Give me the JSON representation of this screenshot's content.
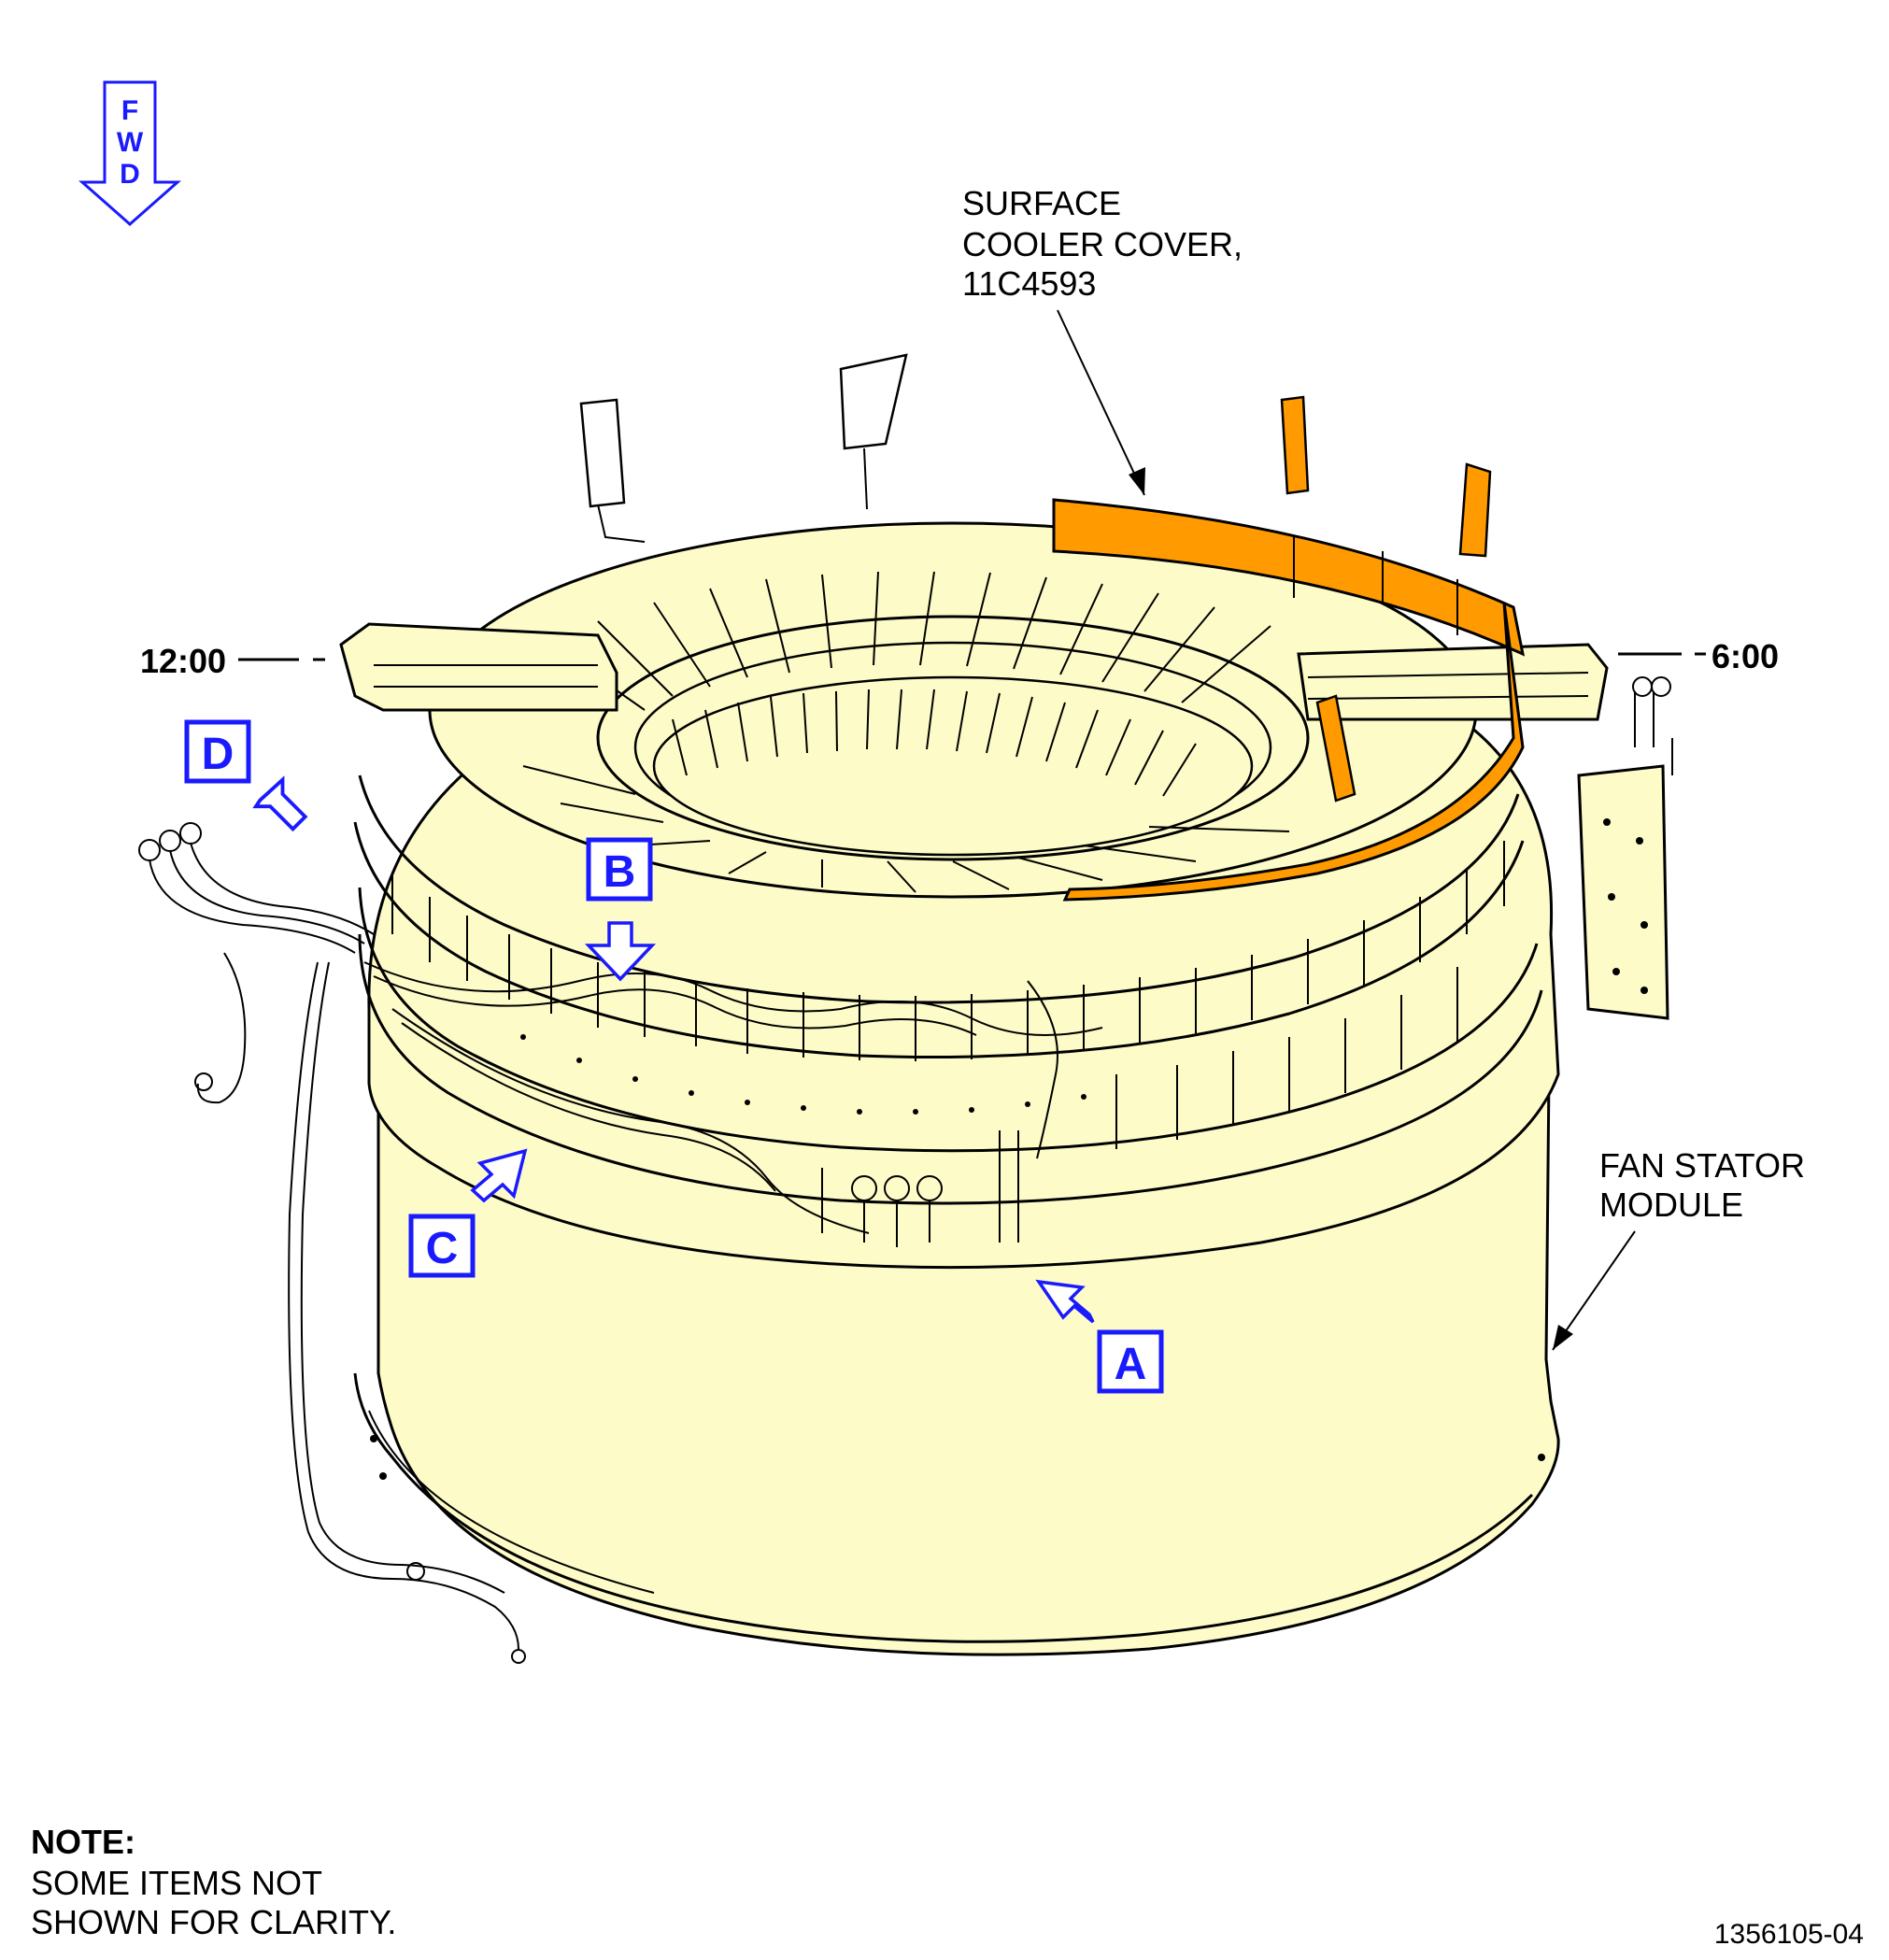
{
  "orientation": {
    "fwd_letters": [
      "F",
      "W",
      "D"
    ],
    "clock_left": "12:00",
    "clock_right": "6:00"
  },
  "labels": {
    "surface_cooler": [
      "SURFACE",
      "COOLER COVER,",
      "11C4593"
    ],
    "fan_stator": [
      "FAN STATOR",
      "MODULE"
    ]
  },
  "view_callouts": {
    "a": "A",
    "b": "B",
    "c": "C",
    "d": "D"
  },
  "note": {
    "heading": "NOTE:",
    "lines": [
      "SOME ITEMS NOT",
      "SHOWN FOR CLARITY."
    ]
  },
  "figure_number": "1356105-04",
  "colors": {
    "module_fill": "#fdfbc8",
    "surface_cooler_cover": "#ff9a00",
    "callout_blue": "#1a1aff"
  }
}
